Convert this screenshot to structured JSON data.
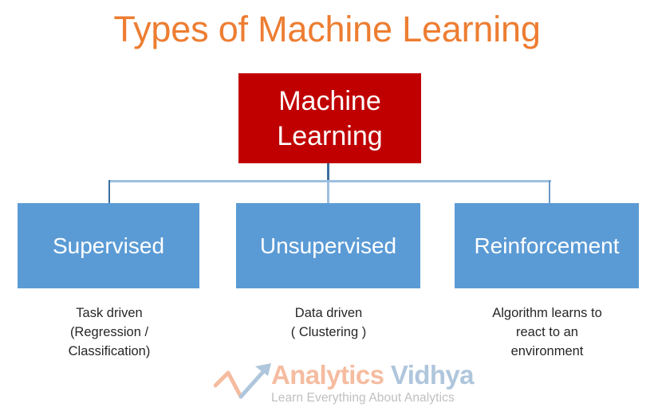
{
  "diagram": {
    "title": "Types of Machine Learning",
    "root": {
      "label": "Machine\nLearning",
      "color": "#C00000"
    },
    "node_color": "#5B9BD5",
    "connector_color": "#9DBFE0",
    "title_color": "#ED7D31",
    "children": [
      {
        "label": "Supervised",
        "caption": "Task driven\n(Regression /\nClassification)"
      },
      {
        "label": "Unsupervised",
        "caption": "Data driven\n( Clustering )"
      },
      {
        "label": "Reinforcement",
        "caption": "Algorithm learns to\nreact to an\nenvironment"
      }
    ]
  },
  "watermark": {
    "brand_first": "Analytics",
    "brand_second": " Vidhya",
    "tagline": "Learn Everything About Analytics",
    "brand_first_color": "#F5BCA0",
    "brand_second_color": "#AFC6DC",
    "tagline_color": "#BFBFBF"
  }
}
